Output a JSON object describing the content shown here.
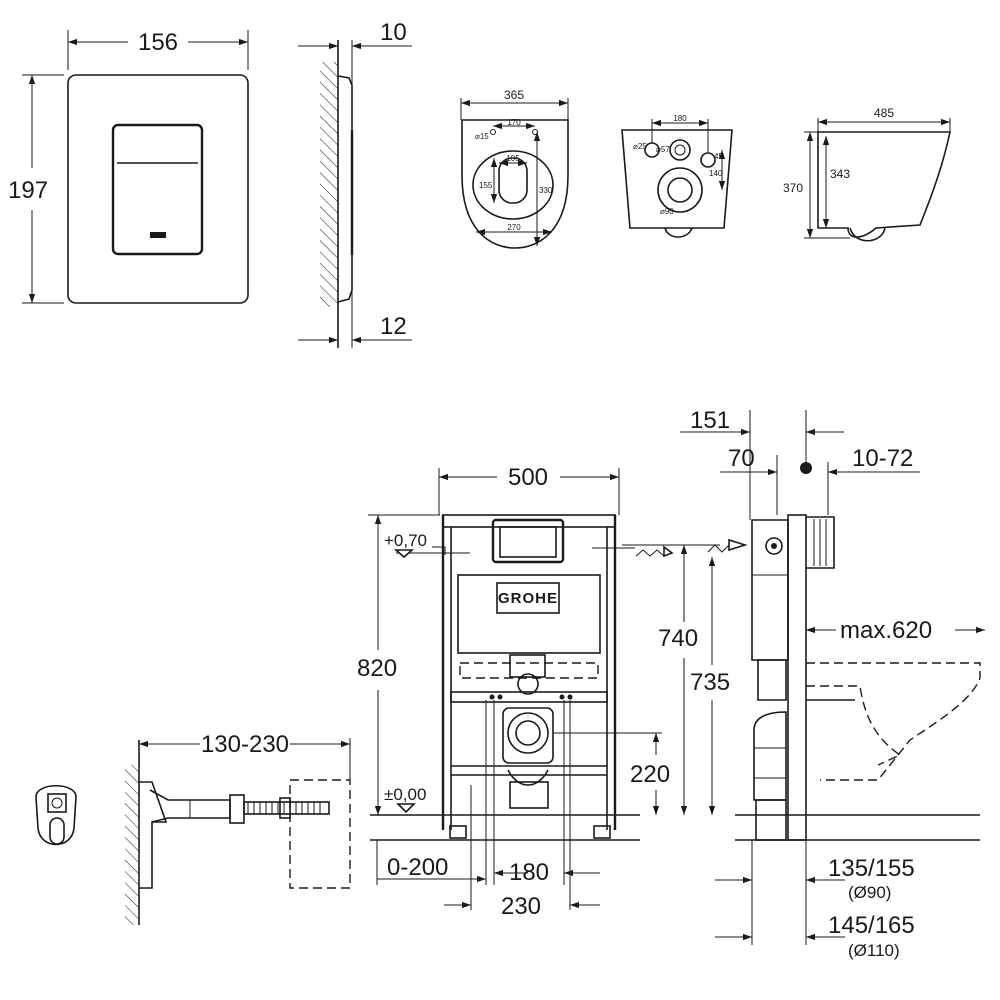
{
  "flush_plate": {
    "width": "156",
    "height": "197",
    "depth_top": "10",
    "depth_bottom": "12"
  },
  "toilet_top": {
    "width": "365",
    "hole_spacing": "170",
    "hole_dia": "⌀15",
    "opening_width": "105",
    "opening_depth": "155",
    "depth": "330",
    "rim_width": "270"
  },
  "toilet_back": {
    "spacing": "180",
    "dia_a": "⌀57",
    "dia_b": "⌀25",
    "offset": "45",
    "height": "140",
    "outlet_dia": "⌀90"
  },
  "toilet_side": {
    "length": "485",
    "height": "370",
    "inner_height": "343"
  },
  "frame": {
    "width": "500",
    "height": "820",
    "water_level": "+0,70",
    "floor_level": "±0,00",
    "brand": "GROHE",
    "h740": "740",
    "h735": "735",
    "h220": "220",
    "adj": "0-200",
    "w180": "180",
    "w230": "230"
  },
  "side_view": {
    "d151": "151",
    "d70": "70",
    "wall": "10-72",
    "max": "max.620",
    "d135": "135/155",
    "d90": "(Ø90)",
    "d145": "145/165",
    "d110": "(Ø110)"
  },
  "bracket": {
    "length": "130-230"
  }
}
